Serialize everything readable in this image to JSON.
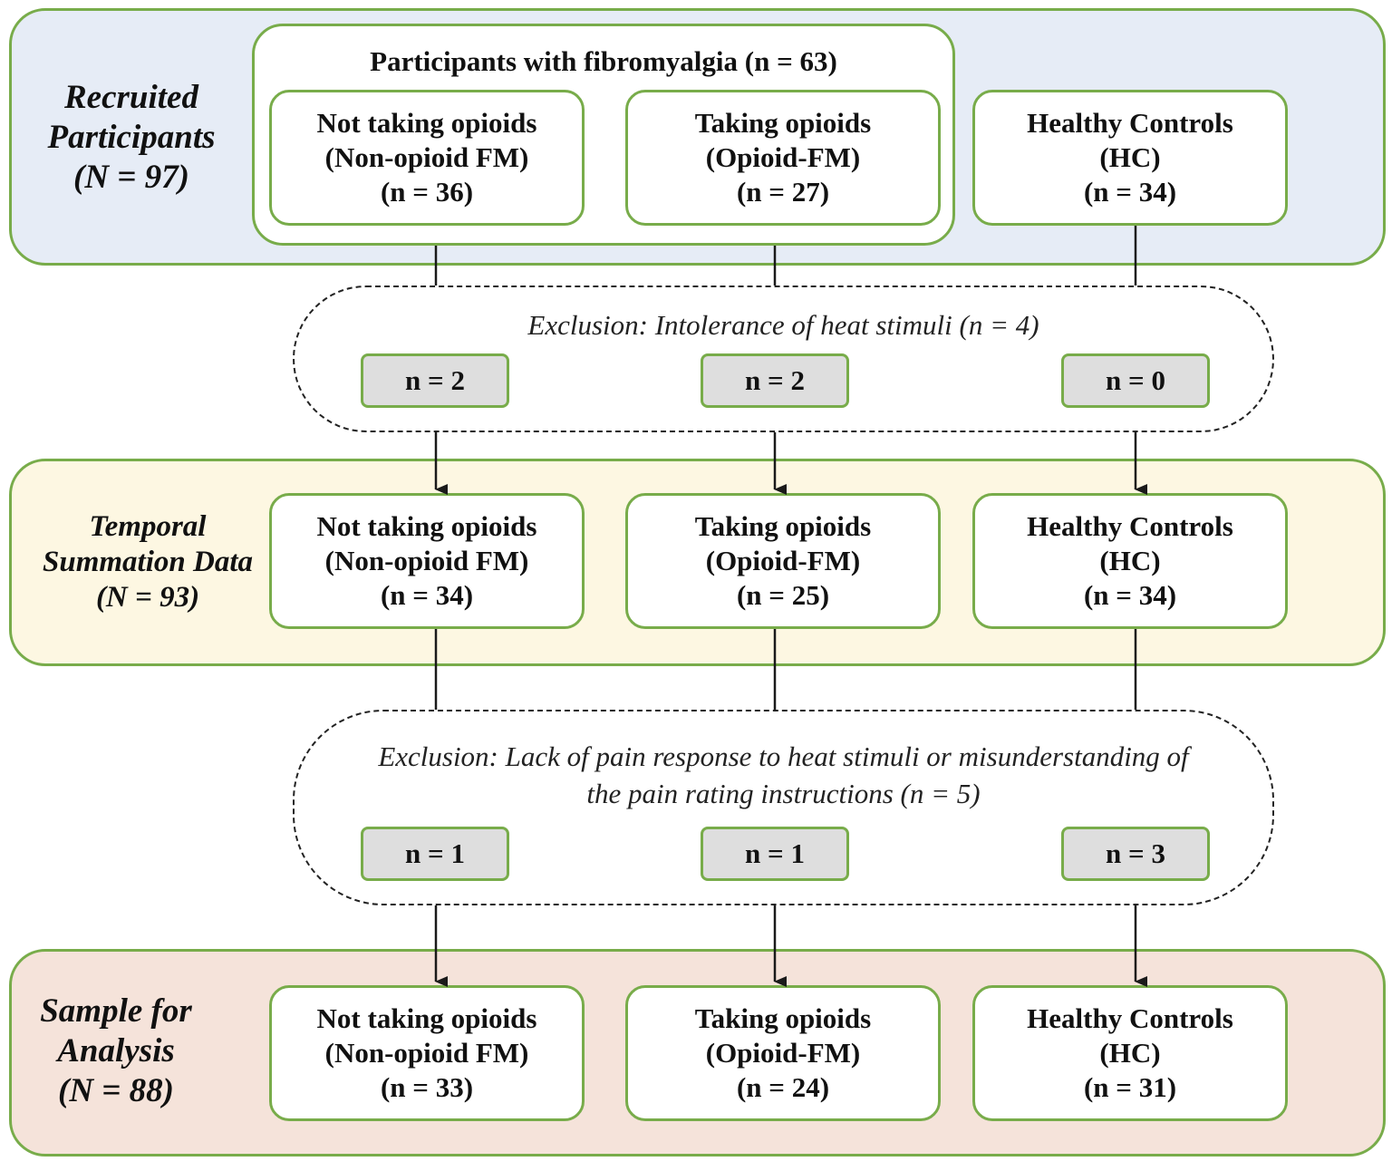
{
  "stages": {
    "recruited": {
      "line1": "Recruited",
      "line2": "Participants",
      "line3": "(N = 97)"
    },
    "temporal": {
      "line1": "Temporal",
      "line2": "Summation Data",
      "line3": "(N = 93)"
    },
    "sample": {
      "line1": "Sample for",
      "line2": "Analysis",
      "line3": "(N = 88)"
    }
  },
  "fm_group_title": "Participants with fibromyalgia (n = 63)",
  "groups": {
    "nonopioid": {
      "line1": "Not taking opioids",
      "line2": "(Non-opioid FM)"
    },
    "opioid": {
      "line1": "Taking opioids",
      "line2": "(Opioid-FM)"
    },
    "hc": {
      "line1": "Healthy Controls",
      "line2": "(HC)"
    }
  },
  "counts": {
    "recruited": {
      "nonopioid": "(n = 36)",
      "opioid": "(n = 27)",
      "hc": "(n = 34)"
    },
    "temporal": {
      "nonopioid": "(n = 34)",
      "opioid": "(n = 25)",
      "hc": "(n = 34)"
    },
    "sample": {
      "nonopioid": "(n = 33)",
      "opioid": "(n = 24)",
      "hc": "(n = 31)"
    }
  },
  "exclusion1": {
    "text": "Exclusion: Intolerance of heat stimuli (n = 4)",
    "nonopioid": "n = 2",
    "opioid": "n = 2",
    "hc": "n = 0"
  },
  "exclusion2": {
    "text_line1": "Exclusion: Lack of pain response to heat stimuli or misunderstanding of",
    "text_line2": "the pain rating instructions (n = 5)",
    "nonopioid": "n = 1",
    "opioid": "n = 1",
    "hc": "n = 3"
  },
  "colors": {
    "border_green": "#78ac4a",
    "recruited_bg": "#e6ecf6",
    "temporal_bg": "#fdf7e2",
    "sample_bg": "#f5e3da",
    "count_box_bg": "#dedede"
  }
}
